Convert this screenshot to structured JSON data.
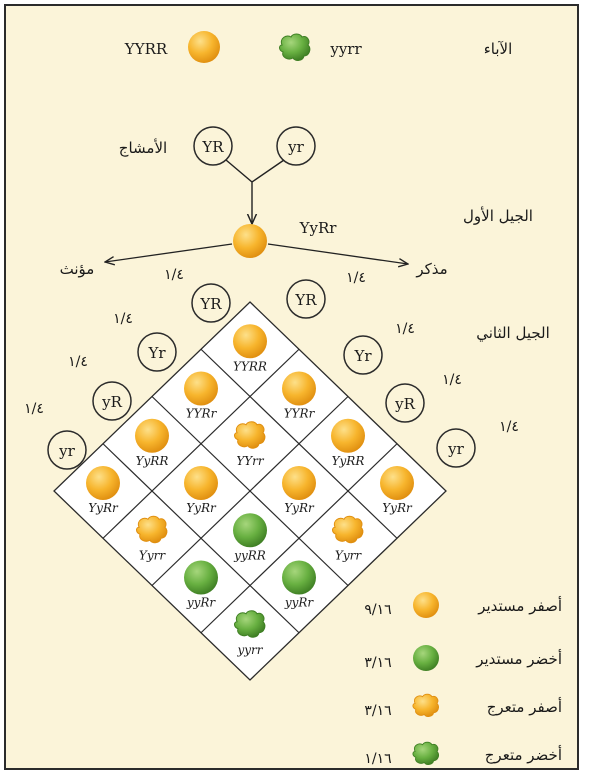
{
  "parents": {
    "label": "الآباء",
    "p1_genotype": "YYRR",
    "p2_genotype": "yyrr",
    "p1_icon": "yellow-round-pea",
    "p2_icon": "green-wrinkled-pea"
  },
  "gametes": {
    "label": "الأمشاج",
    "g1": "YR",
    "g2": "yr"
  },
  "f1": {
    "label": "الجيل الأول",
    "genotype": "YyRr",
    "female_label": "مؤنث",
    "male_label": "مذكر"
  },
  "f2": {
    "label": "الجيل الثاني",
    "female_gametes": [
      {
        "gamete": "YR",
        "fraction": "١/٤"
      },
      {
        "gamete": "Yr",
        "fraction": "١/٤"
      },
      {
        "gamete": "yR",
        "fraction": "١/٤"
      },
      {
        "gamete": "yr",
        "fraction": "١/٤"
      }
    ],
    "male_gametes": [
      {
        "gamete": "YR",
        "fraction": "١/٤"
      },
      {
        "gamete": "Yr",
        "fraction": "١/٤"
      },
      {
        "gamete": "yR",
        "fraction": "١/٤"
      },
      {
        "gamete": "yr",
        "fraction": "١/٤"
      }
    ],
    "grid": [
      {
        "genotype": "YYRR",
        "phenotype": "yellow-round"
      },
      {
        "genotype": "YYRr",
        "phenotype": "yellow-round"
      },
      {
        "genotype": "YYRr",
        "phenotype": "yellow-round"
      },
      {
        "genotype": "YyRR",
        "phenotype": "yellow-round"
      },
      {
        "genotype": "YYrr",
        "phenotype": "yellow-wrinkled"
      },
      {
        "genotype": "YyRR",
        "phenotype": "yellow-round"
      },
      {
        "genotype": "YyRr",
        "phenotype": "yellow-round"
      },
      {
        "genotype": "YyRr",
        "phenotype": "yellow-round"
      },
      {
        "genotype": "YyRr",
        "phenotype": "yellow-round"
      },
      {
        "genotype": "YyRr",
        "phenotype": "yellow-round"
      },
      {
        "genotype": "Yyrr",
        "phenotype": "yellow-wrinkled"
      },
      {
        "genotype": "yyRR",
        "phenotype": "green-round"
      },
      {
        "genotype": "Yyrr",
        "phenotype": "yellow-wrinkled"
      },
      {
        "genotype": "yyRr",
        "phenotype": "green-round"
      },
      {
        "genotype": "yyRr",
        "phenotype": "green-round"
      },
      {
        "genotype": "yyrr",
        "phenotype": "green-wrinkled"
      }
    ]
  },
  "legend": [
    {
      "fraction": "٩/١٦",
      "label": "أصفر مستدير",
      "phenotype": "yellow-round"
    },
    {
      "fraction": "٣/١٦",
      "label": "أخضر مستدير",
      "phenotype": "green-round"
    },
    {
      "fraction": "٣/١٦",
      "label": "أصفر متعرج",
      "phenotype": "yellow-wrinkled"
    },
    {
      "fraction": "١/١٦",
      "label": "أخضر متعرج",
      "phenotype": "green-wrinkled"
    }
  ],
  "colors": {
    "yellow": "#f7b52d",
    "yellow_light": "#fde08a",
    "yellow_dark": "#e08f10",
    "green": "#68b041",
    "green_light": "#a6d67c",
    "green_dark": "#3f7f24",
    "background": "#fbf4d9"
  }
}
